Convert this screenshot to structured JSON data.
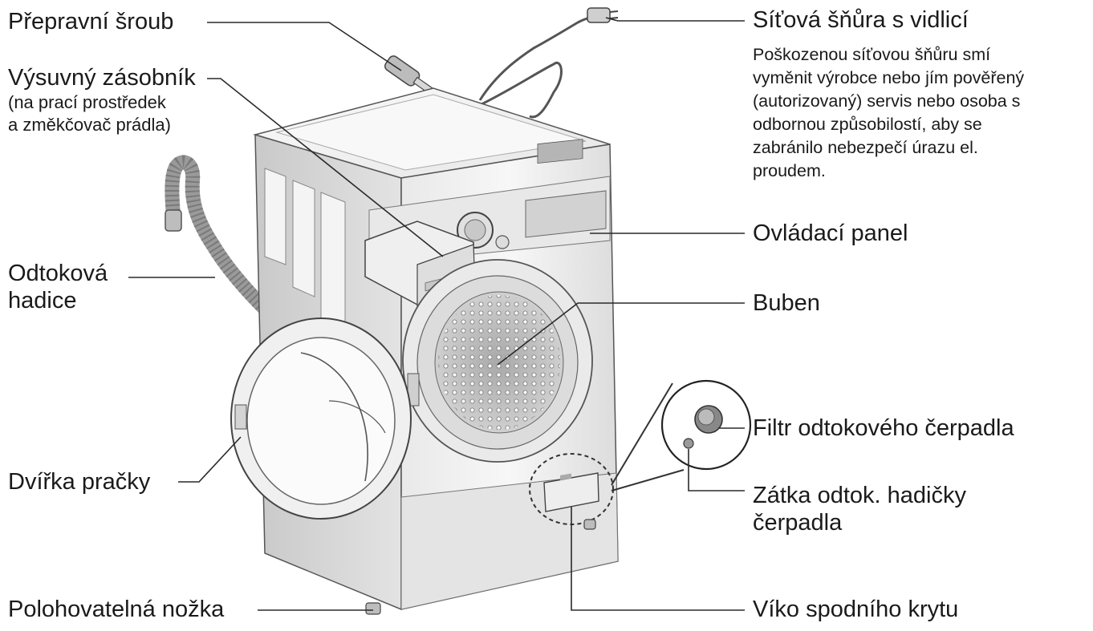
{
  "labels": {
    "transport_bolt": "Přepravní šroub",
    "drawer_title": "Výsuvný zásobník",
    "drawer_sub1": "(na prací prostředek",
    "drawer_sub2": "a změkčovač prádla)",
    "drain_hose_1": "Odtoková",
    "drain_hose_2": "hadice",
    "door": "Dvířka pračky",
    "leveling_foot": "Polohovatelná nožka",
    "power_cord": "Síťová šňůra s vidlicí",
    "power_note": [
      "Poškozenou síťovou šňůru smí",
      "vyměnit výrobce nebo jím pověřený",
      "(autorizovaný) servis nebo osoba s",
      "odbornou způsobilostí, aby se",
      "zabránilo nebezpečí úrazu el.",
      "proudem."
    ],
    "control_panel": "Ovládací panel",
    "drum": "Buben",
    "pump_filter": "Filtr odtokového čerpadla",
    "drain_cap_1": "Zátka odtok. hadičky",
    "drain_cap_2": "čerpadla",
    "bottom_cover": "Víko spodního krytu"
  },
  "colors": {
    "line": "#2a2a2a",
    "body_light": "#f3f3f3",
    "body_mid": "#d9d9d9",
    "body_dark": "#b3b3b3",
    "hose": "#8c8c8c"
  }
}
